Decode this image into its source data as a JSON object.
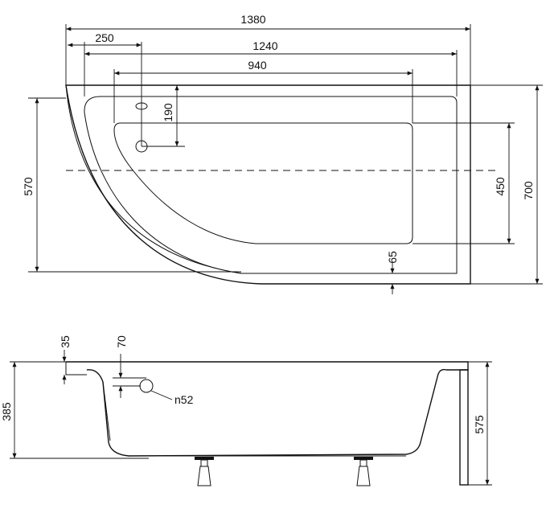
{
  "top_view": {
    "dims": {
      "total_length": "1380",
      "drain_offset": "250",
      "inner_length": "1240",
      "basin_length": "940",
      "drain_height": "190",
      "front_depth": "570",
      "basin_width": "450",
      "total_width": "700",
      "rim_gap": "65"
    }
  },
  "side_view": {
    "dims": {
      "rim_thickness": "35",
      "overflow_offset": "70",
      "inner_depth": "385",
      "total_height": "575",
      "overflow_label": "n52"
    }
  }
}
